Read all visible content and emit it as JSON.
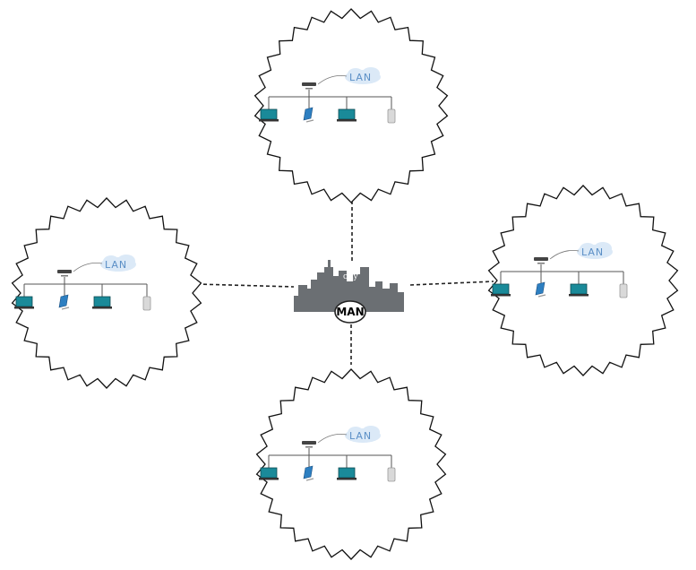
{
  "diagram": {
    "center": {
      "city_label": "city",
      "man_label": "MAN"
    },
    "lans": [
      {
        "id": "top",
        "label": "LAN"
      },
      {
        "id": "left",
        "label": "LAN"
      },
      {
        "id": "right",
        "label": "LAN"
      },
      {
        "id": "bottom",
        "label": "LAN"
      }
    ]
  },
  "colors": {
    "outline": "#111111",
    "link": "#222222",
    "skyline": "#6b6f73",
    "cloud": "#dbe9f7",
    "lan_text": "#5b8fc6",
    "laptop_screen": "#1a8a99",
    "monitor_screen": "#2d7fc1",
    "server": "#d9d9d9",
    "bus": "#555555"
  },
  "icons": [
    "router-icon",
    "laptop-icon",
    "monitor-icon",
    "server-icon",
    "cloud-icon",
    "city-skyline-icon"
  ]
}
